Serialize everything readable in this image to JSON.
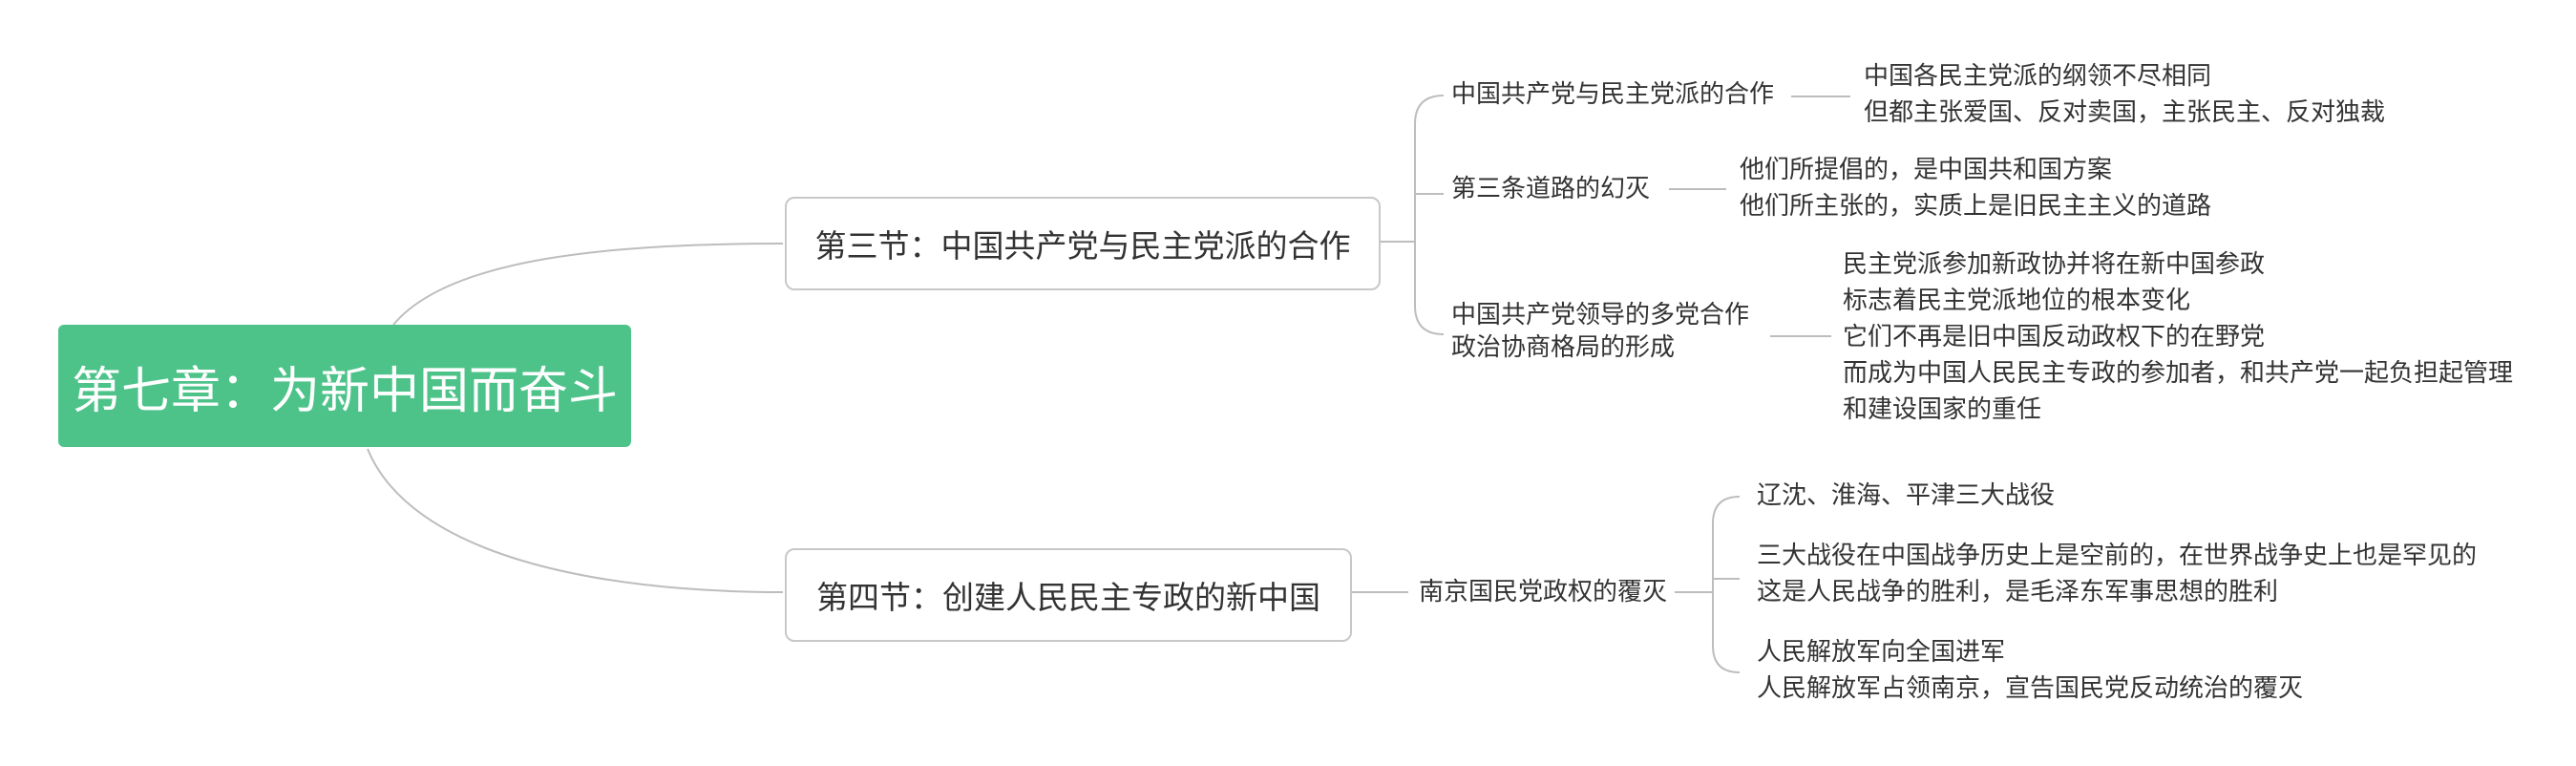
{
  "root": {
    "title": "第七章：为新中国而奋斗"
  },
  "colors": {
    "root_fill": "#4dc38a",
    "line": "#bdbdbd",
    "text": "#333333"
  },
  "sections": [
    {
      "title": "第三节：中国共产党与民主党派的合作",
      "topics": [
        {
          "label_lines": [
            "中国共产党与民主党派的合作"
          ],
          "detail_lines": [
            "中国各民主党派的纲领不尽相同",
            "但都主张爱国、反对卖国，主张民主、反对独裁"
          ]
        },
        {
          "label_lines": [
            "第三条道路的幻灭"
          ],
          "detail_lines": [
            "他们所提倡的，是中国共和国方案",
            "他们所主张的，实质上是旧民主主义的道路"
          ]
        },
        {
          "label_lines": [
            "中国共产党领导的多党合作",
            "政治协商格局的形成"
          ],
          "detail_lines": [
            "民主党派参加新政协并将在新中国参政",
            "标志着民主党派地位的根本变化",
            "它们不再是旧中国反动政权下的在野党",
            "而成为中国人民民主专政的参加者，和共产党一起负担起管理",
            "和建设国家的重任"
          ]
        }
      ]
    },
    {
      "title": "第四节：创建人民民主专政的新中国",
      "topics": [
        {
          "label_lines": [
            "南京国民党政权的覆灭"
          ],
          "details": [
            {
              "lines": [
                "辽沈、淮海、平津三大战役"
              ]
            },
            {
              "lines": [
                "三大战役在中国战争历史上是空前的，在世界战争史上也是罕见的",
                "这是人民战争的胜利，是毛泽东军事思想的胜利"
              ]
            },
            {
              "lines": [
                "人民解放军向全国进军",
                "人民解放军占领南京，宣告国民党反动统治的覆灭"
              ]
            }
          ]
        }
      ]
    }
  ]
}
